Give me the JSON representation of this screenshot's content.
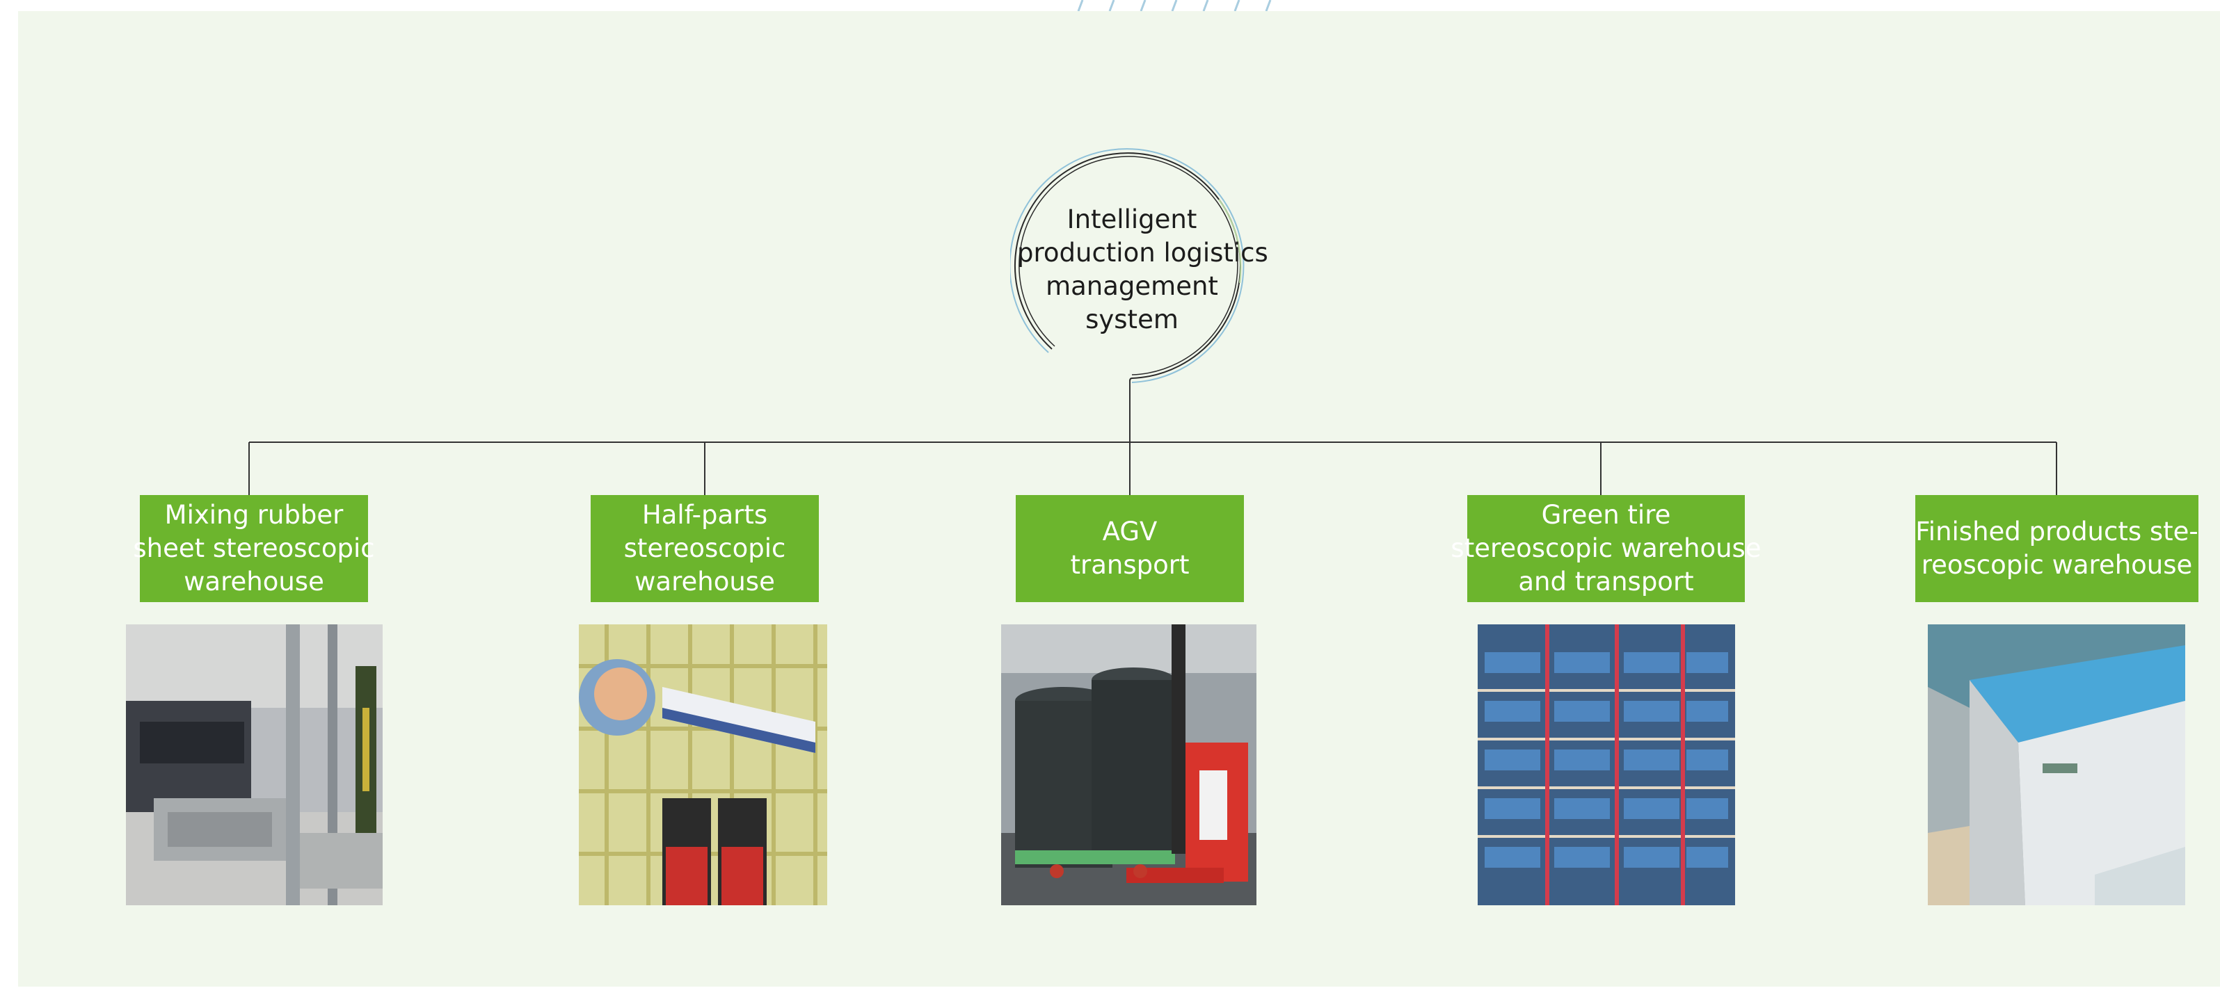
{
  "root": {
    "lines": [
      "Intelligent",
      "production logistics",
      "management",
      "system"
    ]
  },
  "nodes": [
    {
      "lines": [
        "Mixing rubber",
        "sheet stereoscopic",
        "warehouse"
      ],
      "photo_icon": "warehouse-machinery-photo"
    },
    {
      "lines": [
        "Half-parts",
        "stereoscopic",
        "warehouse"
      ],
      "photo_icon": "rack-forklift-photo"
    },
    {
      "lines": [
        "AGV",
        "transport"
      ],
      "photo_icon": "agv-forklift-photo"
    },
    {
      "lines": [
        "Green tire",
        "stereoscopic warehouse",
        "and transport"
      ],
      "photo_icon": "tire-rack-photo"
    },
    {
      "lines": [
        "Finished products ste-",
        "reoscopic warehouse"
      ],
      "photo_icon": "warehouse-building-photo"
    }
  ],
  "colors": {
    "background": "#f1f7ec",
    "node_fill": "#6cb52d",
    "node_text": "#ffffff",
    "connector": "#333333",
    "root_ring_accent": "#8fc1d9"
  }
}
